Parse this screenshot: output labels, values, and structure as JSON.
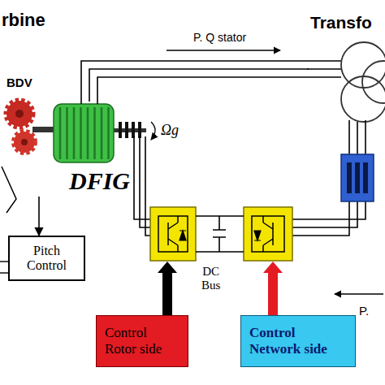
{
  "diagram": {
    "nodes": [
      {
        "text": [
          "Transfo"
        ]
      },
      {
        "text": [
          "DFIG"
        ]
      },
      {
        "text": [
          "Pitch Control"
        ]
      },
      {
        "text": [
          "Control Rotor side"
        ]
      },
      {
        "text": [
          "Control Network side"
        ]
      }
    ],
    "edges": [
      {
        "from": 1,
        "to": 0,
        "label": "P. Q stator",
        "arrow": "none"
      },
      {
        "from": 1,
        "to": 2,
        "arrow": "to"
      }
    ],
    "labels": [
      "rbine",
      "BDV",
      "Ωg",
      "DC Bus",
      "P."
    ]
  }
}
